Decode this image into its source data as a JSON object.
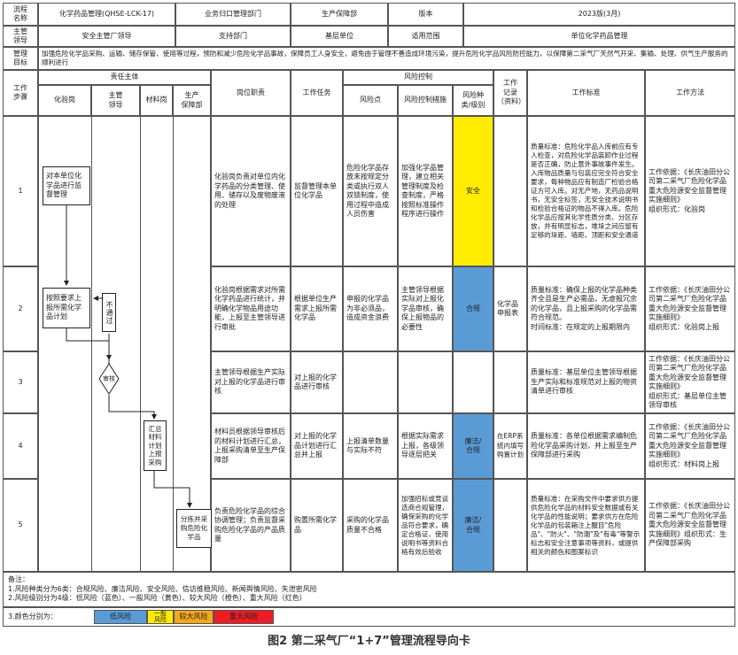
{
  "header": {
    "process_name_label": "流程\n名称",
    "process_name": "化学药品管理(QHSE-LCK-17)",
    "dept_label": "业务归口管理部门",
    "dept": "生产保障部",
    "version_label": "版本",
    "version": "2023版(3月)",
    "leader_label": "主管\n领导",
    "leader": "安全主管厂领导",
    "support_label": "支持部门",
    "support": "基层单位",
    "scope_label": "适用范围",
    "scope": "单位化学药品管理",
    "goal_label": "管理\n目标",
    "goal": "加强危险化学品采购、运输、储存保管、使用等过程，预防和减少危险化学品事故，保障员工人身安全，避免由于管理不善造成环境污染，提升危险化学品风险防控能力，以保障第二采气厂天然气开采、集输、处理、供气生产服务的顺利进行"
  },
  "columns": {
    "step": "工作\n步骤",
    "subject": "责任主体",
    "lane1": "化验岗",
    "lane2": "主管\n领导",
    "lane3": "材料岗",
    "lane4": "生产\n保障部",
    "duty": "岗位职责",
    "task": "工作任务",
    "risk_control": "风险控制",
    "risk_point": "风险点",
    "control": "风险控制措施",
    "risk_type": "风险种\n类/级别",
    "record": "工作\n记录\n（资料）",
    "standard": "工作标准",
    "method": "工作方法"
  },
  "rows": [
    {
      "step": "1",
      "duty": "化验岗负责对单位内化学药品的分类管理、使用、储存以及废物废液的处理",
      "task": "监督管理本单位化学品",
      "risk": "危险化学品存放未按规定分类或执行双人双锁制度，使用过程中造成人员伤害",
      "control": "加强化学品管理，建立相关管理制度及检查制度，严格按照标准操作程序进行操作",
      "risk_type": "安全",
      "record": "",
      "standard": "质量标准：危险化学品入库前应有专人检查，对危险化学品装卸作业过程是否正确，防止意外事故事件发生。\n入库物品质量与包装应完全符合安全要求，每种物品应有制造厂检验合格证方可入库。对无产地，无药品说明书，无安全标签，无安全技术说明书和检验合格证的物品不得入库。危险化学品应按其化学性质分类、分区存放，并有明显标志，堆垛之间应留有足够的垛距、墙距、顶距和安全通道",
      "method": "工作依据：《长庆油田分公司第二采气厂危险化学品重大危险源安全监督管理实施细则》\n组织形式：化验岗"
    },
    {
      "step": "2",
      "duty": "化验岗根据需求对所需化学药品进行统计，并明确化学物品用途功能，上报至主管领导进行审批",
      "task": "根据单位生产需求上报所需化学品",
      "risk": "申报的化学品为非必须品，造成资金浪费",
      "control": "主管领导根据实际对上报化学品审核，确保上报物品的必要性",
      "risk_type": "合规",
      "record": "化学品申报表",
      "standard": "质量标准：确保上报的化学品种类齐全且是生产必需品，无虚报冗余的化学品，且上报采购的化学品需符合规范。\n时间标准：在规定的上报期限内",
      "method": "工作依据：《长庆油田分公司第二采气厂危险化学品重大危险源安全监督管理实施细则》\n组织形式：化验岗上报"
    },
    {
      "step": "3",
      "duty": "主管领导根据生产实际对上报的化学品进行审核",
      "task": "对上报的化学品进行审核",
      "risk": "",
      "control": "",
      "risk_type": "",
      "record": "",
      "standard": "质量标准：基层单位主管领导根据生产实际和标准规范对上报的物资清单进行审核",
      "method": "工作依据：《长庆油田分公司第二采气厂危险化学品重大危险源安全监督管理实施细则》\n组织形式：基层单位主管领导审核"
    },
    {
      "step": "4",
      "duty": "材料员根据领导审核后的材料计划进行汇总，上报采购清单至生产保障部",
      "task": "对上报的化学品计划进行汇总并上报",
      "risk": "上报清单数量与实际不符",
      "control": "根据实际需求上报，各级领导逐层把关",
      "risk_type": "廉洁/\n合规",
      "record": "在ERP系统内填写购置计划",
      "standard": "质量标准：各单位根据需求编制危险化学品采购计划，并上报至生产保障部进行采购",
      "method": "工作依据：《长庆油田分公司第二采气厂危险化学品重大危险源安全监督管理实施细则》\n组织形式：材料岗上报"
    },
    {
      "step": "5",
      "duty": "负责危险化学品的综合协调管理；负责监督采购危险化学品的产品质量",
      "task": "购置所需化学品",
      "risk": "采购的化学品质量不合格",
      "control": "加强招标或竞谈选商合规管理，确保采购的化学品符合要求，确定合格证、使用说明书等资料合格有效后验收",
      "risk_type": "廉洁/\n合规",
      "record": "",
      "standard": "质量标准：在采购文件中要求供方提供危险化学品的材料安全数据或有关化学品的性能说明；要求供方在危险化学品的包装箱注上醒目\"危险品\"、\"防火\"、\"防潮\"及\"有毒\"等警示标志和安全注意事项等资料，或提供相关的颜色和图案标识",
      "method": "工作依据：《长庆油田分公司第二采气厂危险化学品重大危险源安全监督管理实施细则》组织形式：生产保障部采购"
    }
  ],
  "flow": {
    "box1": "对本单位化学品进行监督管理",
    "box2": "按照要求上报所需化学品计划",
    "reject": "不通过",
    "review": "审核",
    "box4": "汇总材料计划上报采购",
    "box5": "分拣并采购危险化学品"
  },
  "notes": {
    "title": "备注：",
    "line1": "1.风险种类分为6类：合规风险、廉洁风险、安全风险、信访维稳风险、新闻舆情风险、失泄密风险",
    "line2": "2.风险级别分为4级：低风险（蓝色）、一般风险（黄色）、较大风险（橙色）、重大风险（红色）",
    "line3": "3.颜色分别为：",
    "legend": [
      "低风险",
      "一般\n风险",
      "较大风险",
      "重大风险"
    ]
  },
  "colors": {
    "low": "#5b9bd5",
    "normal": "#ffec00",
    "major": "#f4a81c",
    "critical": "#ee1c25"
  },
  "caption": "图2   第二采气厂“1+7”管理流程导向卡"
}
